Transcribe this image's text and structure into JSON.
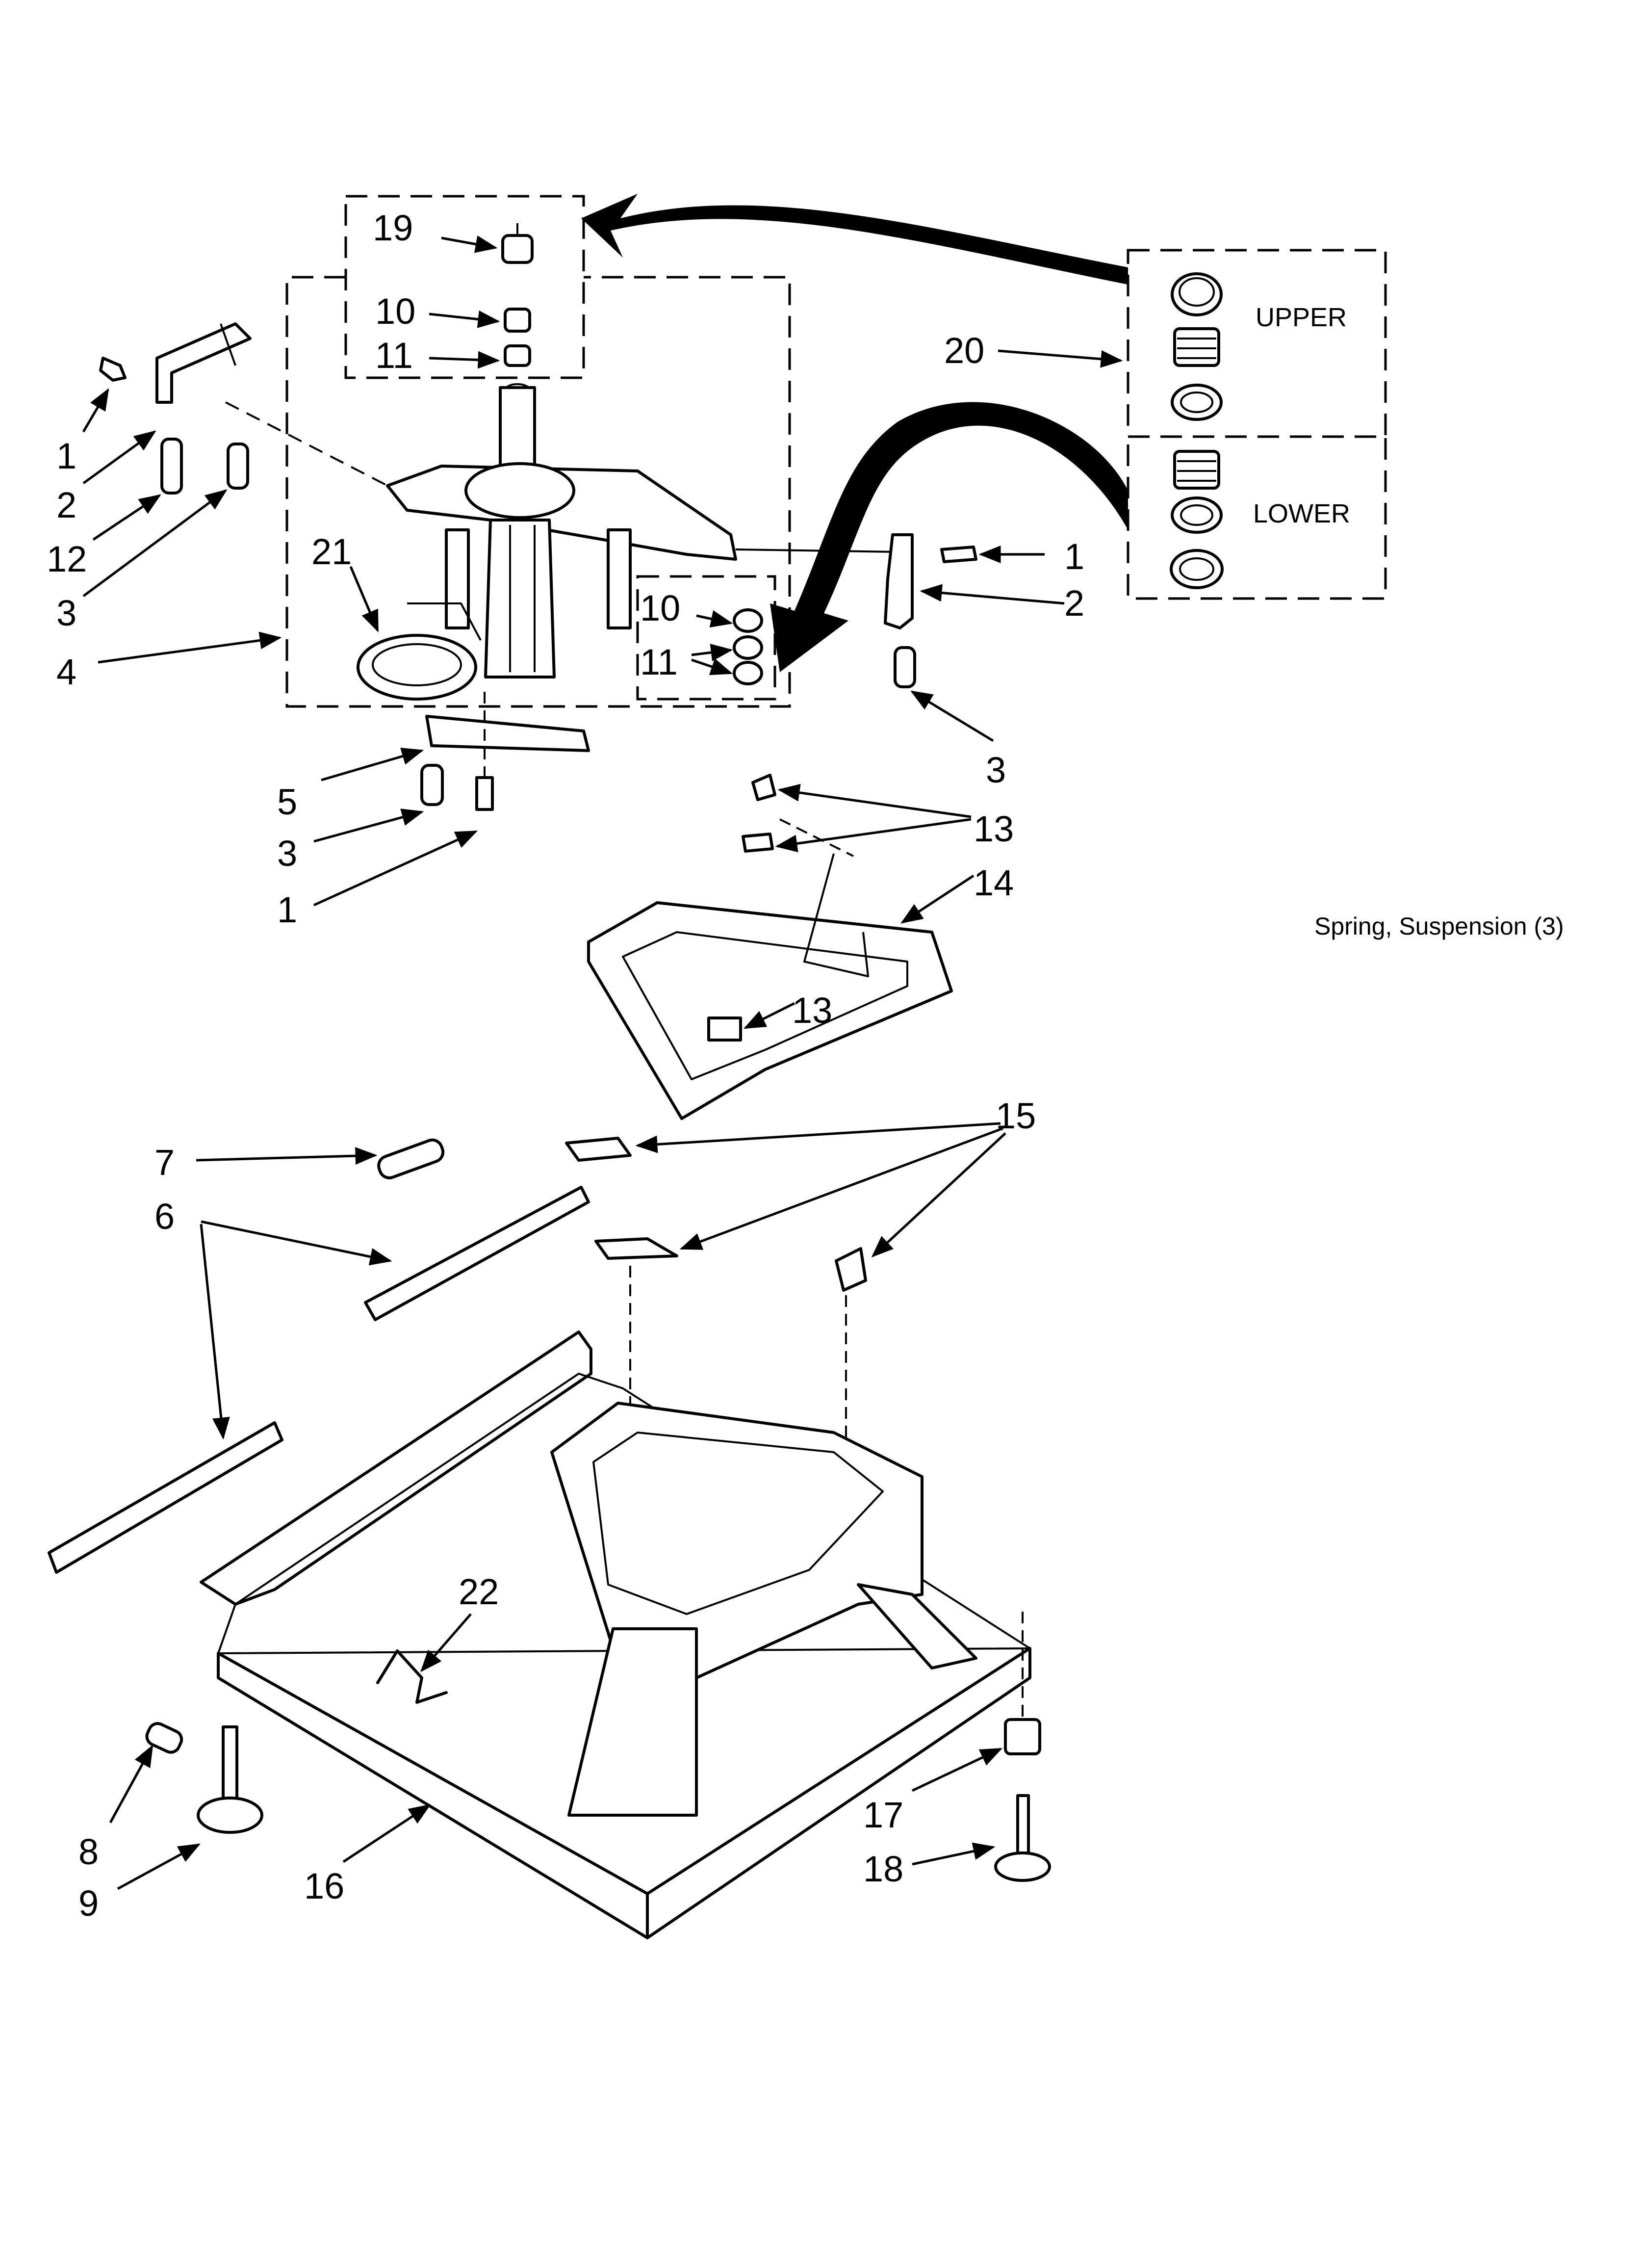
{
  "note": "Spring, Suspension (3)",
  "kit_boxes": {
    "upper_label": "UPPER",
    "lower_label": "LOWER"
  },
  "callouts": {
    "c19": "19",
    "c10a": "10",
    "c11a": "11",
    "c1a": "1",
    "c2a": "2",
    "c12": "12",
    "c3a": "3",
    "c21": "21",
    "c4": "4",
    "c5": "5",
    "c3b": "3",
    "c1b": "1",
    "c10b": "10",
    "c11b": "11",
    "c20": "20",
    "c1c": "1",
    "c2b": "2",
    "c3c": "3",
    "c13a": "13",
    "c14": "14",
    "c13b": "13",
    "c7": "7",
    "c6": "6",
    "c15": "15",
    "c22": "22",
    "c8": "8",
    "c9": "9",
    "c16": "16",
    "c17": "17",
    "c18": "18"
  },
  "colors": {
    "ink": "#000000",
    "paper": "#ffffff"
  }
}
